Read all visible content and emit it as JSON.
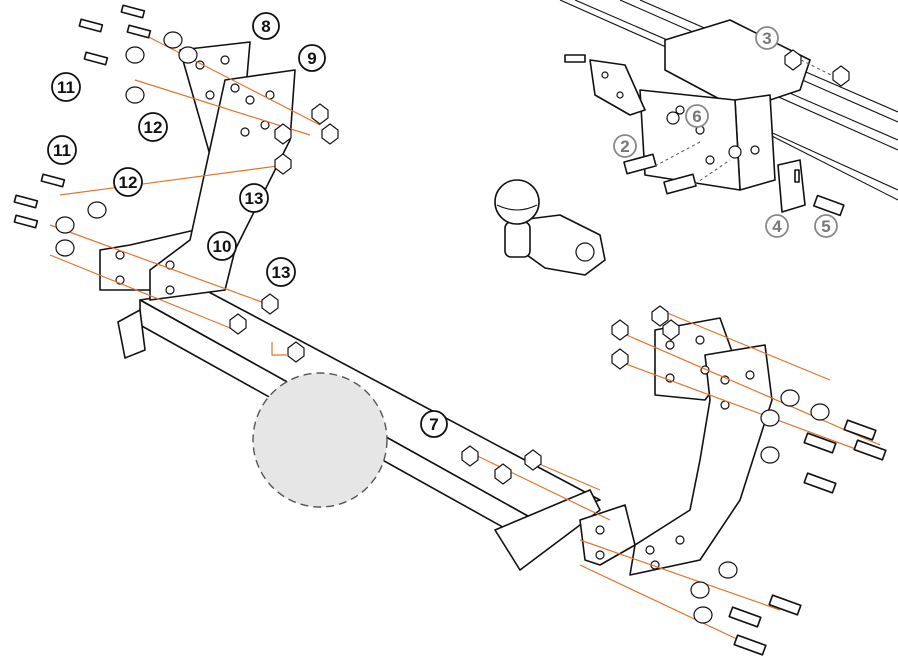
{
  "callouts": [
    {
      "id": "c2",
      "label": "2",
      "style": "light"
    },
    {
      "id": "c3",
      "label": "3",
      "style": "light"
    },
    {
      "id": "c4",
      "label": "4",
      "style": "light"
    },
    {
      "id": "c5",
      "label": "5",
      "style": "light"
    },
    {
      "id": "c6",
      "label": "6",
      "style": "light"
    },
    {
      "id": "c7",
      "label": "7",
      "style": "dark"
    },
    {
      "id": "c8",
      "label": "8",
      "style": "dark"
    },
    {
      "id": "c9",
      "label": "9",
      "style": "dark"
    },
    {
      "id": "c10",
      "label": "10",
      "style": "dark"
    },
    {
      "id": "c11a",
      "label": "11",
      "style": "dark"
    },
    {
      "id": "c11b",
      "label": "11",
      "style": "dark"
    },
    {
      "id": "c12a",
      "label": "12",
      "style": "dark"
    },
    {
      "id": "c12b",
      "label": "12",
      "style": "dark"
    },
    {
      "id": "c13a",
      "label": "13",
      "style": "dark"
    },
    {
      "id": "c13b",
      "label": "13",
      "style": "dark"
    }
  ],
  "colors": {
    "guide_line": "#e8732a",
    "outline": "#111111",
    "hidden_area": "#e6e6e6"
  }
}
